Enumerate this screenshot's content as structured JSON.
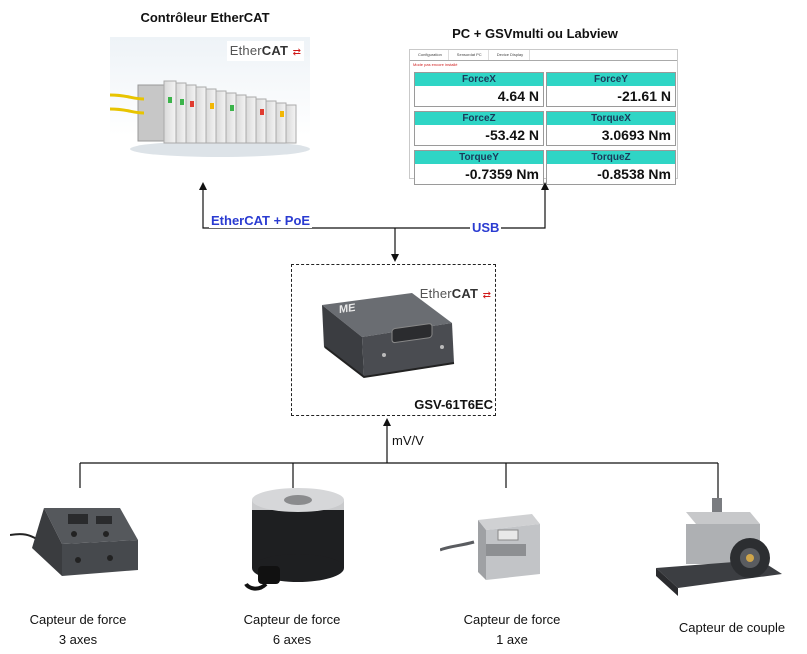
{
  "controller": {
    "title": "Contrôleur EtherCAT",
    "logo_text": "Ether",
    "logo_bold": "CAT"
  },
  "pc": {
    "title": "PC + GSVmulti ou Labview",
    "tabs": [
      "Configuration",
      "Sensordat PC",
      "Device Display"
    ],
    "status_text": "Mode pas encore installé",
    "cells": [
      {
        "label": "ForceX",
        "value": "4.64 N"
      },
      {
        "label": "ForceY",
        "value": "-21.61 N"
      },
      {
        "label": "ForceZ",
        "value": "-53.42 N"
      },
      {
        "label": "TorqueX",
        "value": "3.0693 Nm"
      },
      {
        "label": "TorqueY",
        "value": "-0.7359 Nm"
      },
      {
        "label": "TorqueZ",
        "value": "-0.8538 Nm"
      }
    ]
  },
  "links": {
    "ethercat_poe": "EtherCAT + PoE",
    "usb": "USB",
    "signal": "mV/V"
  },
  "amplifier": {
    "name": "GSV-61T6EC",
    "device_logo": "ME",
    "logo_text": "Ether",
    "logo_bold": "CAT"
  },
  "sensors": [
    {
      "line1": "Capteur de force",
      "line2": "3 axes"
    },
    {
      "line1": "Capteur de force",
      "line2": "6 axes"
    },
    {
      "line1": "Capteur de force",
      "line2": "1 axe"
    },
    {
      "line1": "Capteur de couple",
      "line2": ""
    }
  ],
  "colors": {
    "link_label": "#2a3bd1",
    "cell_header": "#2fd5c5",
    "ethercat_arrow": "#d01818"
  }
}
